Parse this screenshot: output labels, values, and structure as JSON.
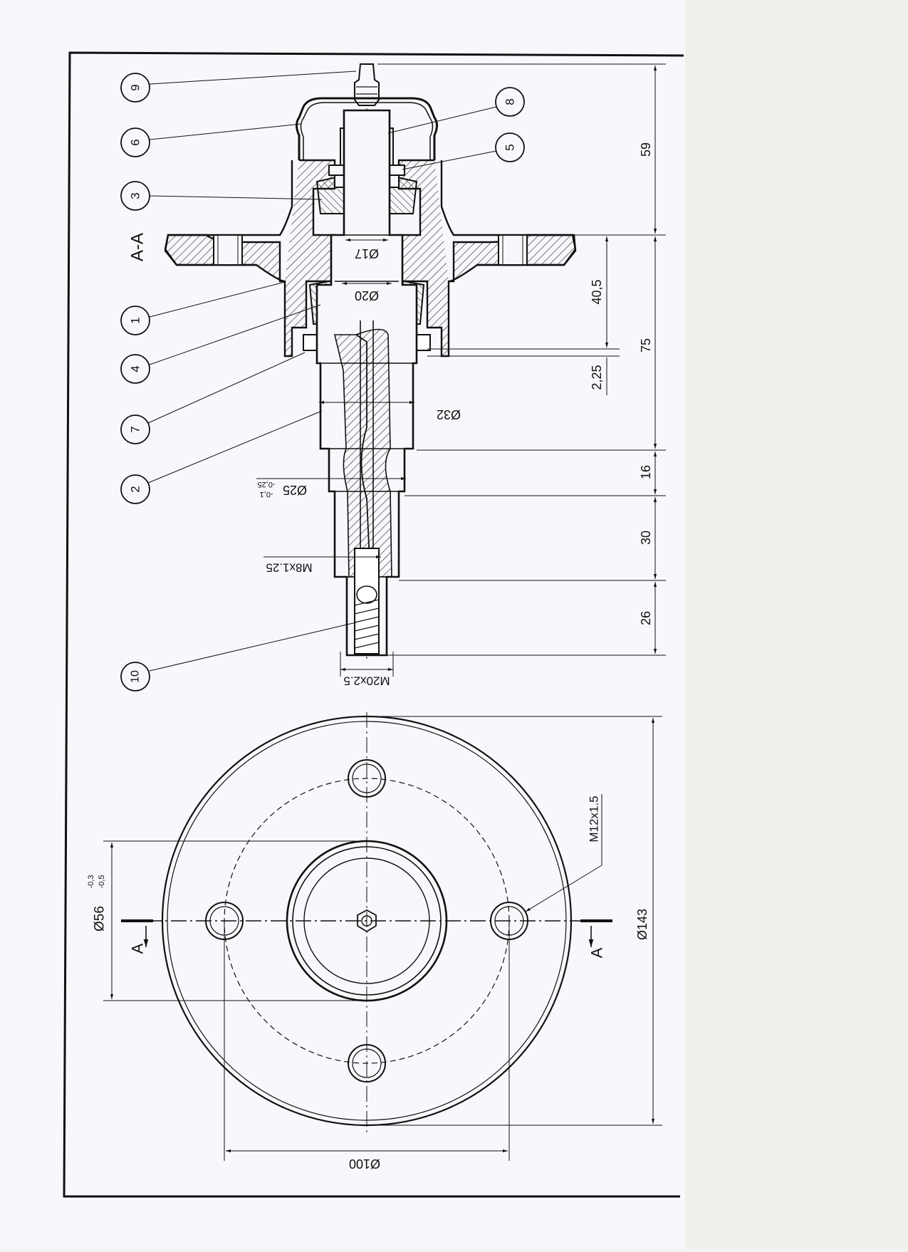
{
  "section": {
    "label": "A-A",
    "balloons": [
      "9",
      "6",
      "3",
      "1",
      "4",
      "7",
      "2",
      "10",
      "8",
      "5"
    ],
    "diameters": {
      "d17": "Ø17",
      "d20": "Ø20",
      "d32": "Ø32",
      "d25": "Ø25",
      "d25_tol_upper": "-0,1",
      "d25_tol_lower": "-0,25",
      "thread_m8": "M8x1.25",
      "thread_m20": "M20x2.5"
    },
    "lengths": {
      "l59": "59",
      "l75": "75",
      "l40_5": "40,5",
      "l2_25": "2,25",
      "l16": "16",
      "l30": "30",
      "l26": "26"
    }
  },
  "front_view": {
    "section_mark_left": "A",
    "section_mark_right": "A",
    "d56": "Ø56",
    "d56_tol_upper": "-0,3",
    "d56_tol_lower": "-0,5",
    "thread_m12": "M12x1.5",
    "d143": "Ø143",
    "d100": "Ø100"
  }
}
